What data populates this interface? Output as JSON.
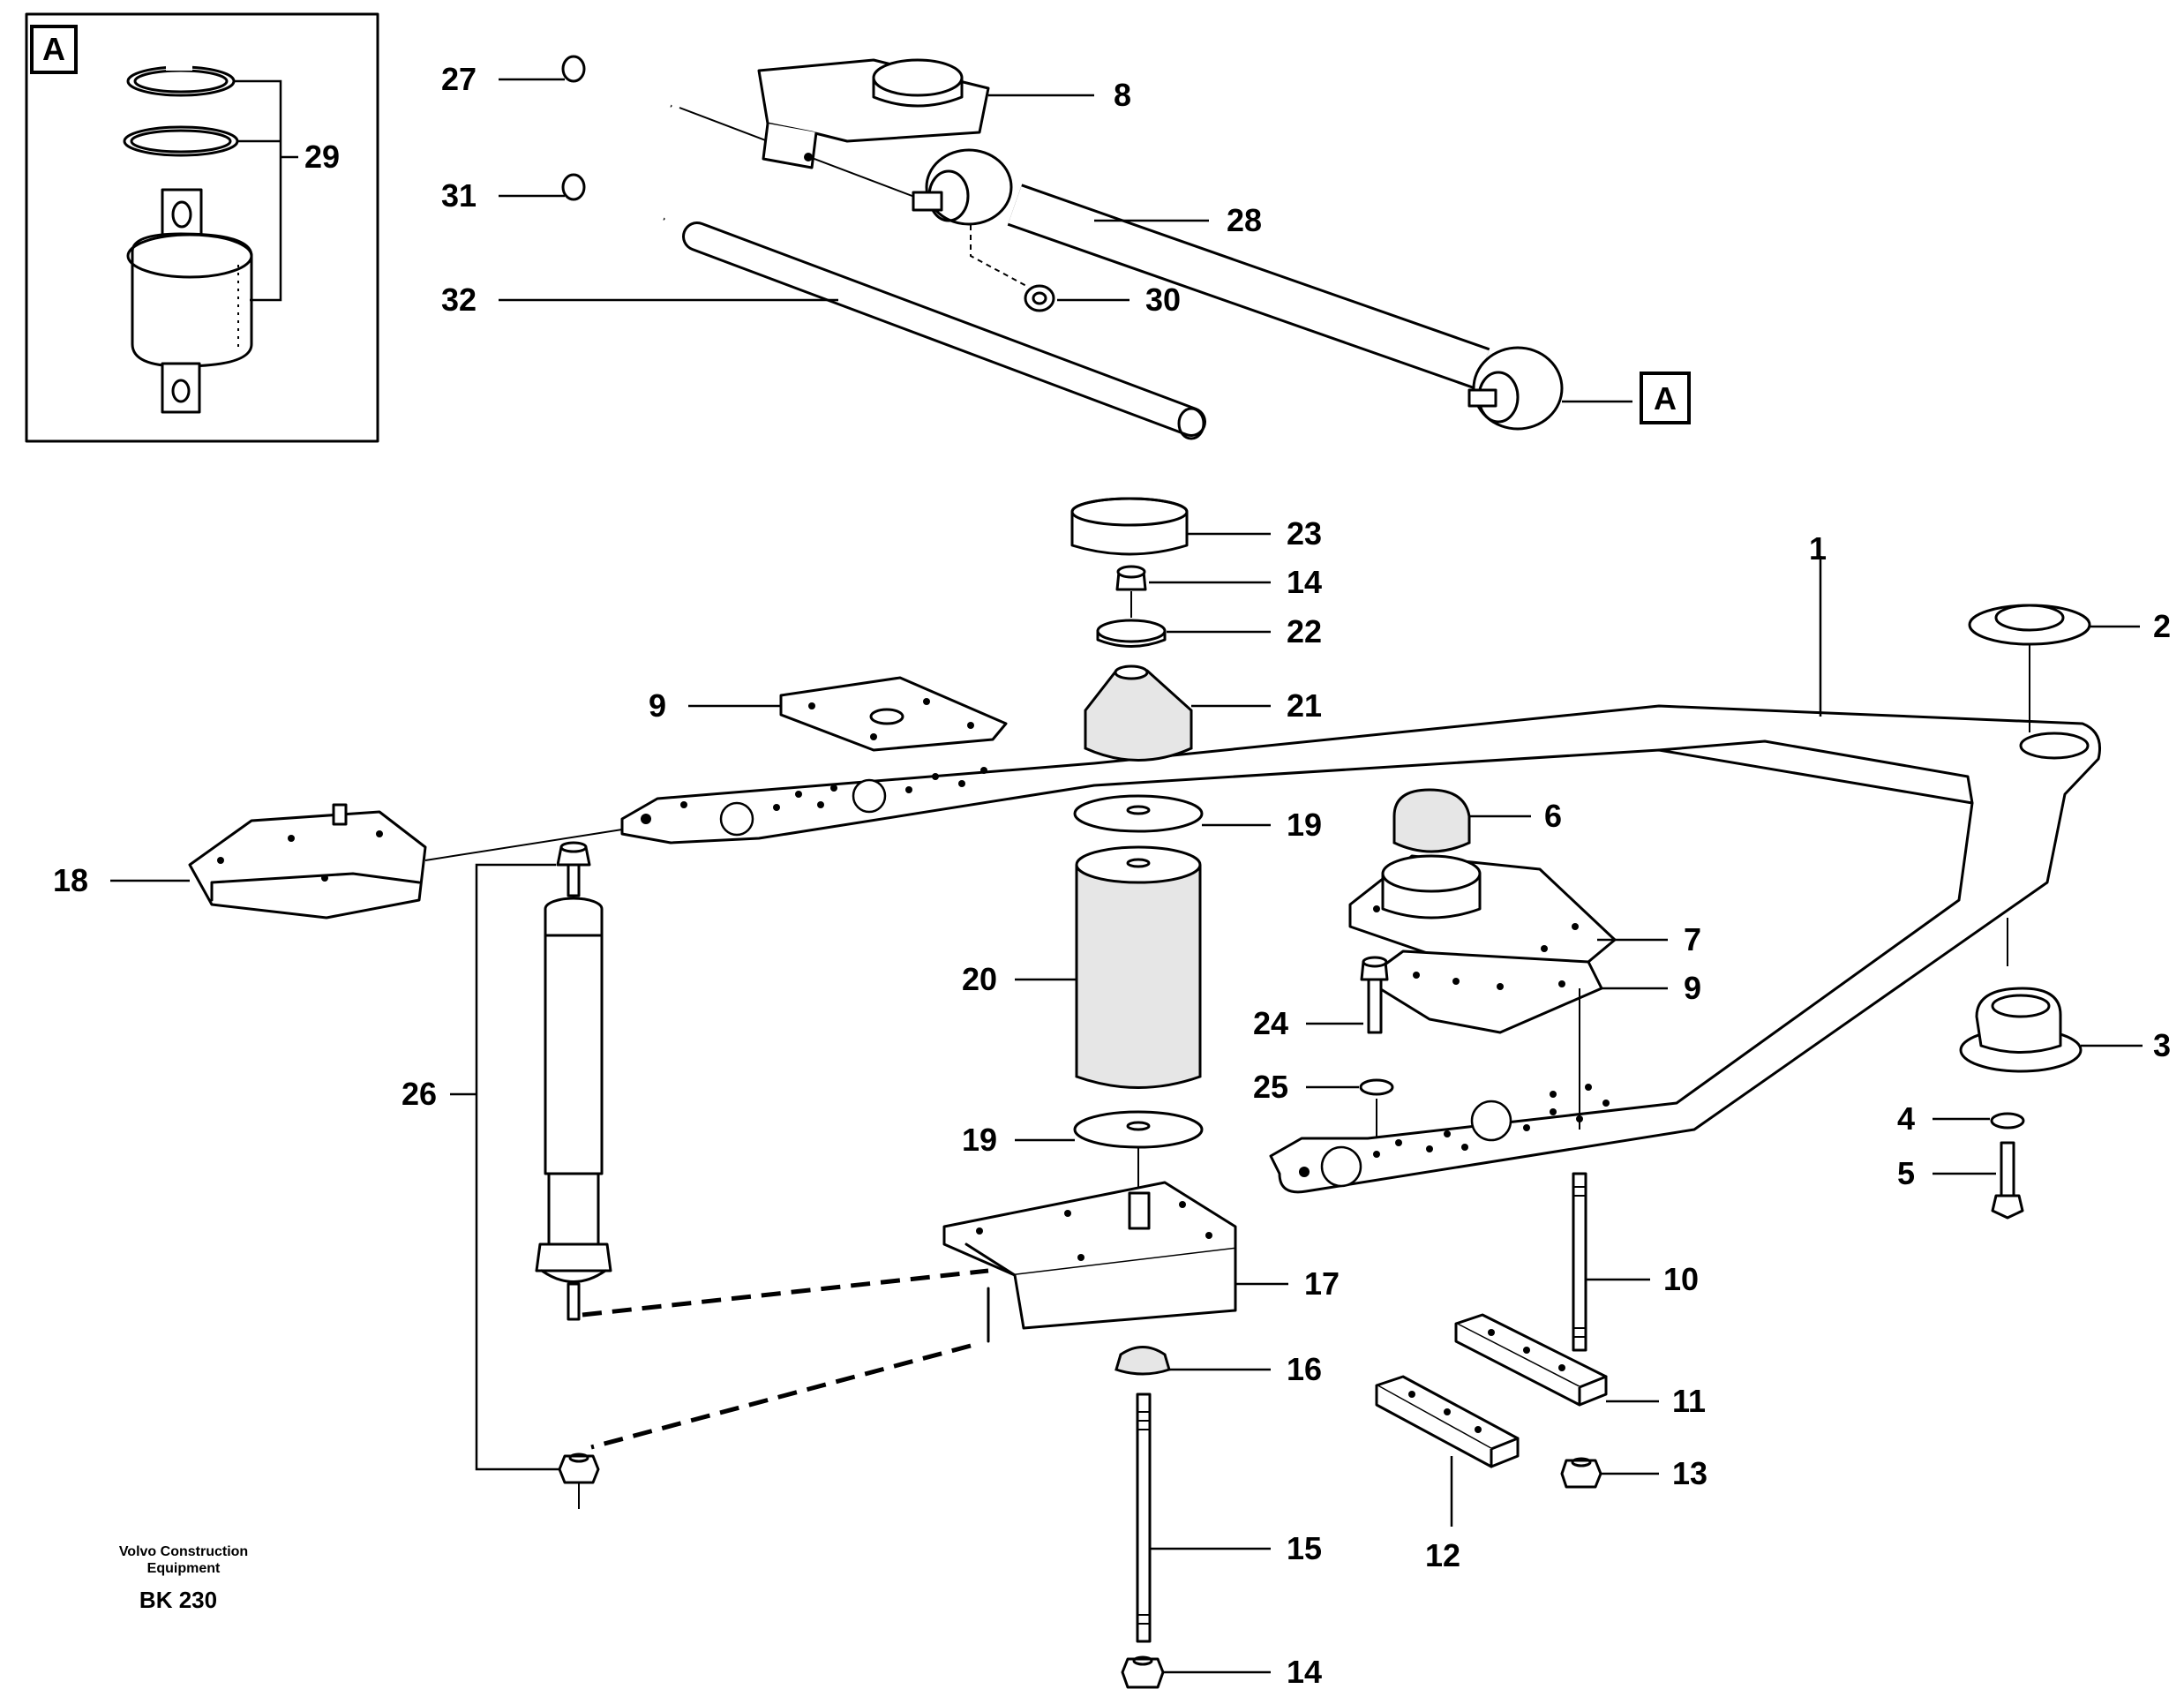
{
  "inset_label": "A",
  "callout_label": "A",
  "footer": {
    "company_line1": "Volvo Construction",
    "company_line2": "Equipment",
    "code": "BK 230"
  },
  "parts": {
    "p1": "1",
    "p2": "2",
    "p3": "3",
    "p4": "4",
    "p5": "5",
    "p6": "6",
    "p7": "7",
    "p8": "8",
    "p9a": "9",
    "p9b": "9",
    "p10": "10",
    "p11": "11",
    "p12": "12",
    "p13": "13",
    "p14a": "14",
    "p14b": "14",
    "p15": "15",
    "p16": "16",
    "p17": "17",
    "p18": "18",
    "p19a": "19",
    "p19b": "19",
    "p20": "20",
    "p21": "21",
    "p22": "22",
    "p23": "23",
    "p24": "24",
    "p25": "25",
    "p26": "26",
    "p27": "27",
    "p28": "28",
    "p29": "29",
    "p30": "30",
    "p31": "31",
    "p32": "32"
  }
}
